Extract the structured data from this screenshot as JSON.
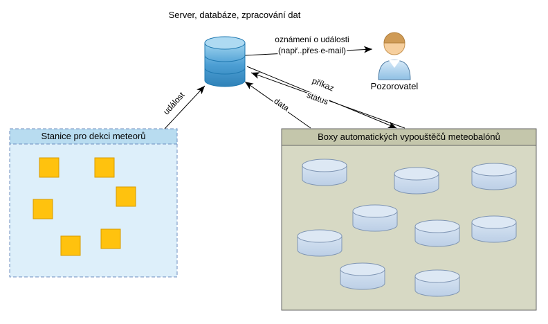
{
  "diagram": {
    "server": {
      "title": "Server, databáze, zpracování dat"
    },
    "observer": {
      "label": "Pozorovatel"
    },
    "edges": {
      "notification_line1": "oznámení o události",
      "notification_line2": "(např. přes e-mail)",
      "event": "událost",
      "command": "příkaz",
      "status": "status",
      "data": "data"
    },
    "meteor_station": {
      "title": "Stanice pro dekci meteorů",
      "detector_count": 6
    },
    "balloon_boxes": {
      "title": "Boxy automatických vypouštěčů meteobalónů",
      "launcher_count": 9
    },
    "colors": {
      "database_blue": "#3d94cc",
      "detector_fill": "#ffc20e",
      "detector_border": "#d79b00",
      "station_fill": "#ddeffa",
      "station_header_fill": "#b8dcf0",
      "station_border": "#6c8ebf",
      "boxes_fill": "#d7d9c4",
      "boxes_header_fill": "#c4c6ab",
      "boxes_border": "#666666",
      "launcher_fill": "#c8d9ec",
      "launcher_border": "#7f95b3",
      "arrow_color": "#000000"
    }
  }
}
